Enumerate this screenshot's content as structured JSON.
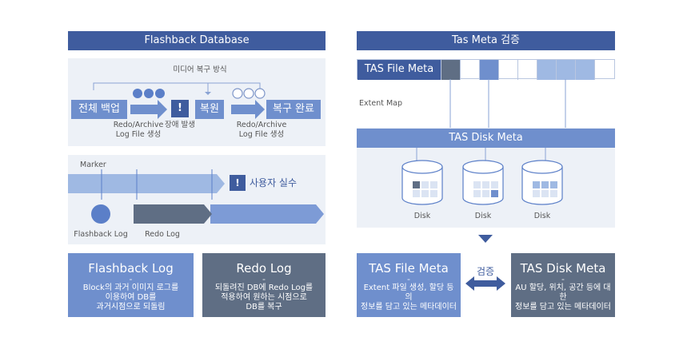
{
  "left": {
    "header": "Flashback Database",
    "recovery_method_label": "미디어 복구 방식",
    "full_backup": "전체 백업",
    "alert_mark": "!",
    "failure_label": "장애 발생",
    "restore": "복원",
    "recovery_complete": "복구 완료",
    "redo_archive_1a": "Redo/Archive",
    "redo_archive_1b": "Log File 생성",
    "redo_archive_2a": "Redo/Archive",
    "redo_archive_2b": "Log File 생성",
    "marker": "Marker",
    "user_error": "사용자 실수",
    "flashback_log_label": "Flashback Log",
    "redo_log_label": "Redo Log",
    "box1": {
      "title": "Flashback Log",
      "dash": "-",
      "desc1": "Block의 과거 이미지 로그를",
      "desc2": "이용하여 DB를",
      "desc3": "과거시점으로 되돌림"
    },
    "box2": {
      "title": "Redo Log",
      "dash": "-",
      "desc1": "되돌려진 DB에 Redo Log를",
      "desc2": "적용하여 원하는 시점으로",
      "desc3": "DB를 복구"
    }
  },
  "right": {
    "header": "Tas Meta 검증",
    "file_meta": "TAS File Meta",
    "extent_map": "Extent Map",
    "disk_meta": "TAS Disk Meta",
    "disks": [
      "Disk",
      "Disk",
      "Disk"
    ],
    "verify": "검증",
    "box1": {
      "title": "TAS File Meta",
      "dash": "-",
      "desc1": "Extent 파일 생성, 할당 등의",
      "desc2": "정보를 담고 있는 메타데이터"
    },
    "box2": {
      "title": "TAS Disk Meta",
      "dash": "-",
      "desc1": "AU 할당, 위치, 공간 등에 대한",
      "desc2": "정보를 담고 있는 메타데이터"
    }
  },
  "colors": {
    "dark_blue": "#3f5c9e",
    "mid_blue": "#6f8fcd",
    "light_blue": "#9fb9e3",
    "slate": "#5f6e84",
    "panel": "#edf1f7"
  }
}
